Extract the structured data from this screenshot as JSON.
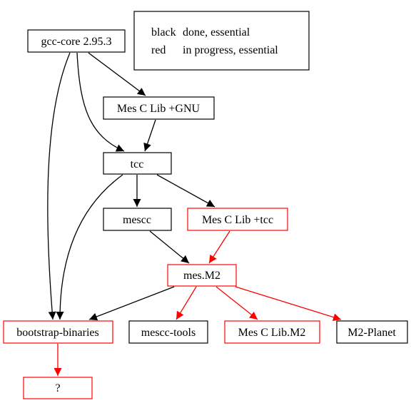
{
  "colors": {
    "done": "#000000",
    "in_progress": "#ff0000"
  },
  "legend": {
    "rows": [
      {
        "key": "black",
        "text": "done, essential",
        "status": "done"
      },
      {
        "key": "red",
        "text": "in progress, essential",
        "status": "in_progress"
      }
    ]
  },
  "nodes": {
    "gcc_core": {
      "label": "gcc-core 2.95.3",
      "status": "done"
    },
    "mes_c_lib_gnu": {
      "label": "Mes C Lib +GNU",
      "status": "done"
    },
    "tcc": {
      "label": "tcc",
      "status": "done"
    },
    "mescc": {
      "label": "mescc",
      "status": "done"
    },
    "mes_c_lib_tcc": {
      "label": "Mes C Lib +tcc",
      "status": "in_progress"
    },
    "mes_m2": {
      "label": "mes.M2",
      "status": "in_progress"
    },
    "bootstrap_binaries": {
      "label": "bootstrap-binaries",
      "status": "in_progress"
    },
    "mescc_tools": {
      "label": "mescc-tools",
      "status": "done"
    },
    "mes_c_lib_m2": {
      "label": "Mes C Lib.M2",
      "status": "in_progress"
    },
    "m2_planet": {
      "label": "M2-Planet",
      "status": "done"
    },
    "unknown": {
      "label": "?",
      "status": "in_progress"
    }
  },
  "edges": [
    {
      "from": "gcc_core",
      "to": "mes_c_lib_gnu",
      "status": "done"
    },
    {
      "from": "gcc_core",
      "to": "tcc",
      "status": "done"
    },
    {
      "from": "gcc_core",
      "to": "bootstrap_binaries",
      "status": "done"
    },
    {
      "from": "mes_c_lib_gnu",
      "to": "tcc",
      "status": "done"
    },
    {
      "from": "tcc",
      "to": "mescc",
      "status": "done"
    },
    {
      "from": "tcc",
      "to": "mes_c_lib_tcc",
      "status": "done"
    },
    {
      "from": "tcc",
      "to": "bootstrap_binaries",
      "status": "done"
    },
    {
      "from": "mescc",
      "to": "mes_m2",
      "status": "done"
    },
    {
      "from": "mes_c_lib_tcc",
      "to": "mes_m2",
      "status": "in_progress"
    },
    {
      "from": "mes_m2",
      "to": "bootstrap_binaries",
      "status": "done"
    },
    {
      "from": "mes_m2",
      "to": "mescc_tools",
      "status": "in_progress"
    },
    {
      "from": "mes_m2",
      "to": "mes_c_lib_m2",
      "status": "in_progress"
    },
    {
      "from": "mes_m2",
      "to": "m2_planet",
      "status": "in_progress"
    },
    {
      "from": "bootstrap_binaries",
      "to": "unknown",
      "status": "in_progress"
    }
  ]
}
